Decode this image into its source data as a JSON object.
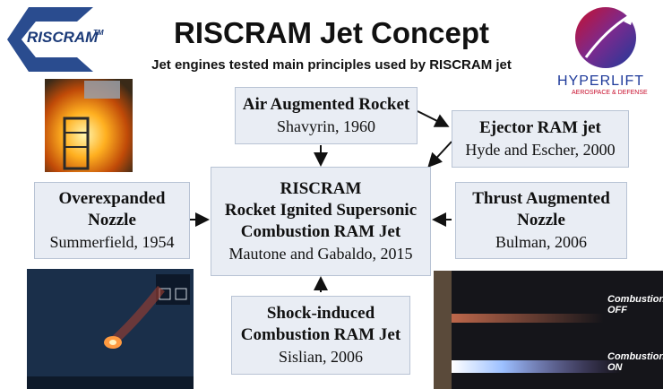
{
  "header": {
    "title": "RISCRAM Jet Concept",
    "subtitle": "Jet engines tested main principles used by RISCRAM jet"
  },
  "logos": {
    "left_text": "RISCRAM",
    "left_tm": "TM",
    "right_name": "HYPERLIFT",
    "right_tagline": "AEROSPACE & DEFENSE"
  },
  "boxes": {
    "air_aug": {
      "title": "Air Augmented Rocket",
      "note": "Shavyrin, 1960"
    },
    "ejector": {
      "title": "Ejector RAM jet",
      "note": "Hyde and Escher, 2000"
    },
    "overexp": {
      "title1": "Overexpanded",
      "title2": "Nozzle",
      "note": "Summerfield, 1954"
    },
    "riscram": {
      "line1": "RISCRAM",
      "line2": "Rocket Ignited Supersonic",
      "line3": "Combustion RAM Jet",
      "note": "Mautone and Gabaldo, 2015"
    },
    "thrust": {
      "title1": "Thrust Augmented",
      "title2": "Nozzle",
      "note": "Bulman, 2006"
    },
    "shock": {
      "title1": "Shock-induced",
      "title2": "Combustion RAM Jet",
      "note": "Sislian, 2006"
    }
  },
  "photos": {
    "combustion_off_1": "Combustion",
    "combustion_off_2": "OFF",
    "combustion_on_1": "Combustion",
    "combustion_on_2": "ON"
  }
}
